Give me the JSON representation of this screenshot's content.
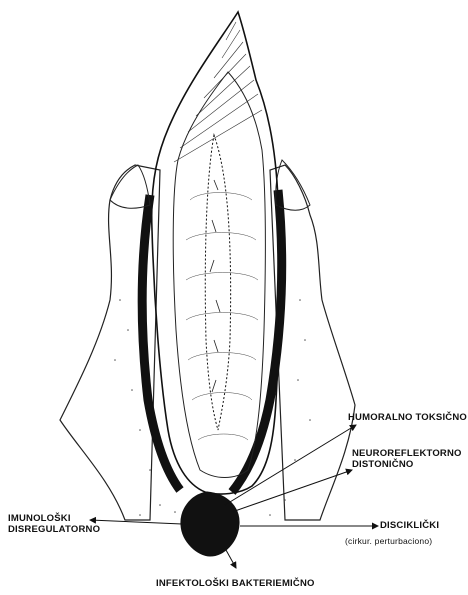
{
  "labels": {
    "humoralno": "HUMORALNO TOKSIČNO",
    "neuro_line1": "NEUROREFLEKTORNO",
    "neuro_line2": "DISTONIČNO",
    "imuno_line1": "IMUNOLOŠKI",
    "imuno_line2": "DISREGULATORNO",
    "disciklicki": "DISCIKLIČKI",
    "disciklicki_sub": "(cirkur. perturbaciono)",
    "infektoloski": "INFEKTOLOŠKI  BAKTERIEMIČNO"
  },
  "colors": {
    "ink": "#111111",
    "granuloma": "#111111",
    "background": "#ffffff"
  }
}
